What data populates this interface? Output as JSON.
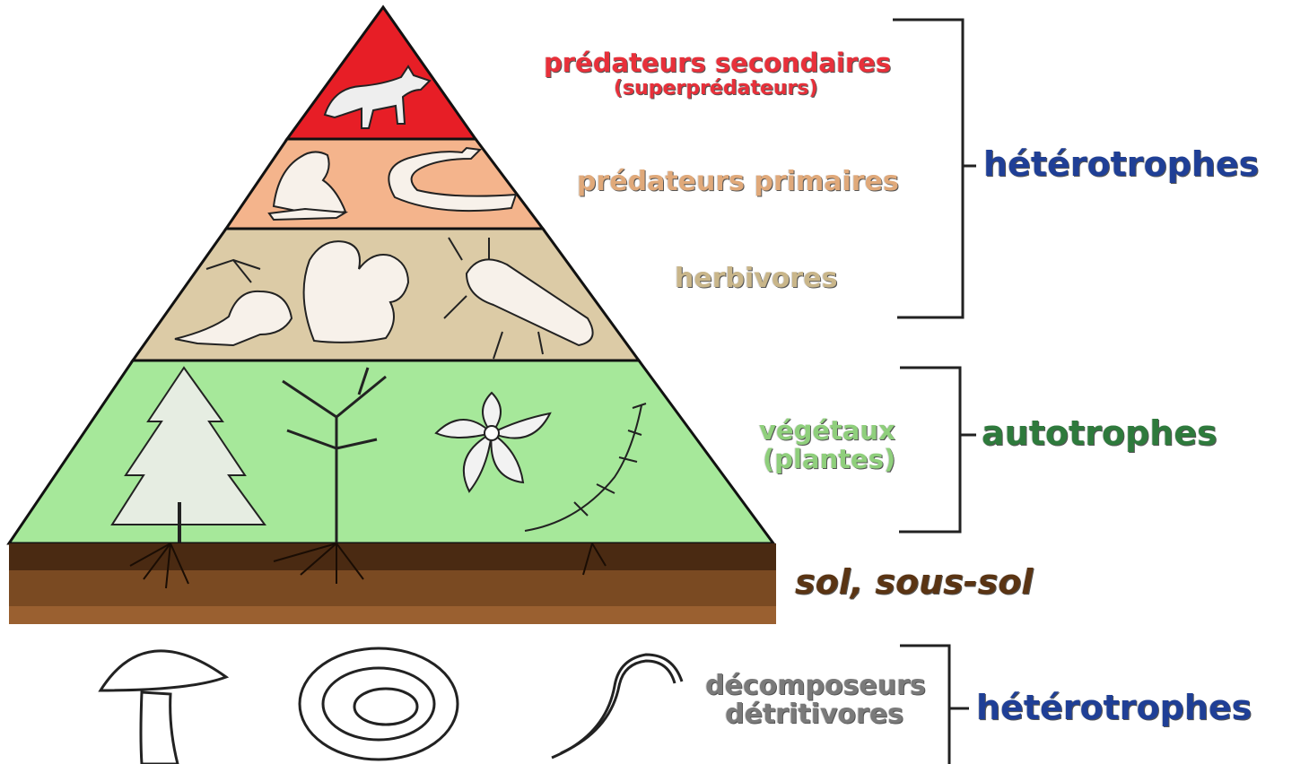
{
  "levels": {
    "apex": {
      "line1": "prédateurs secondaires",
      "line2": "(superprédateurs)",
      "color": "#e8303a"
    },
    "primary": {
      "label": "prédateurs primaires",
      "color": "#e0a97a"
    },
    "herbivores": {
      "label": "herbivores",
      "color": "#c9b68a"
    },
    "plants": {
      "line1": "végétaux",
      "line2": "(plantes)",
      "color": "#8fcf7c"
    }
  },
  "soil": {
    "label": "sol, sous-sol",
    "color": "#5a3413"
  },
  "decomposers": {
    "line1": "décomposeurs",
    "line2": "détritivores",
    "color": "#7a7a7a"
  },
  "groups": {
    "heterotrophs_top": "hétérotrophes",
    "autotrophs": "autotrophes",
    "heterotrophs_bottom": "hétérotrophes"
  },
  "icons": {
    "apex": [
      "fox-icon"
    ],
    "primary": [
      "frog-icon",
      "snake-icon"
    ],
    "herbivores": [
      "rabbit-icon",
      "squirrel-icon",
      "beetle-icon"
    ],
    "plants": [
      "fir-tree-icon",
      "tree-icon",
      "flower-icon",
      "moss-icon"
    ],
    "decomposers": [
      "mushroom-icon",
      "millipede-icon",
      "worm-icon"
    ]
  }
}
